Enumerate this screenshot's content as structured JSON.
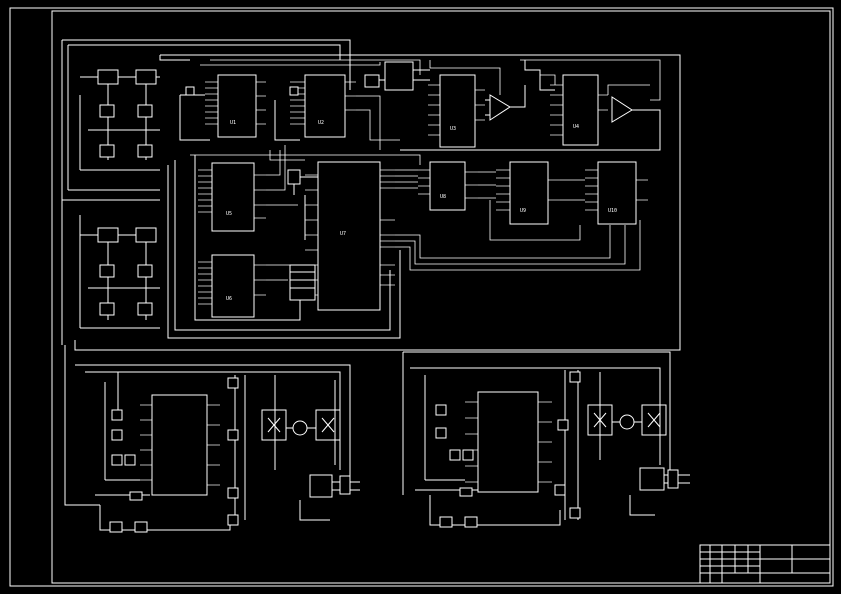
{
  "sheet": {
    "background": "#000000",
    "line_color": "#ffffff",
    "component_labels": [
      "U1",
      "U2",
      "U3",
      "U4",
      "U5",
      "U6",
      "U7",
      "U8",
      "U9",
      "U10"
    ],
    "title_block": {
      "drawing_name": "",
      "designer": ""
    }
  },
  "icons": [
    "motor-icon",
    "transistor-bridge-icon",
    "op-amp-icon",
    "resistor-icon",
    "ground-icon"
  ]
}
